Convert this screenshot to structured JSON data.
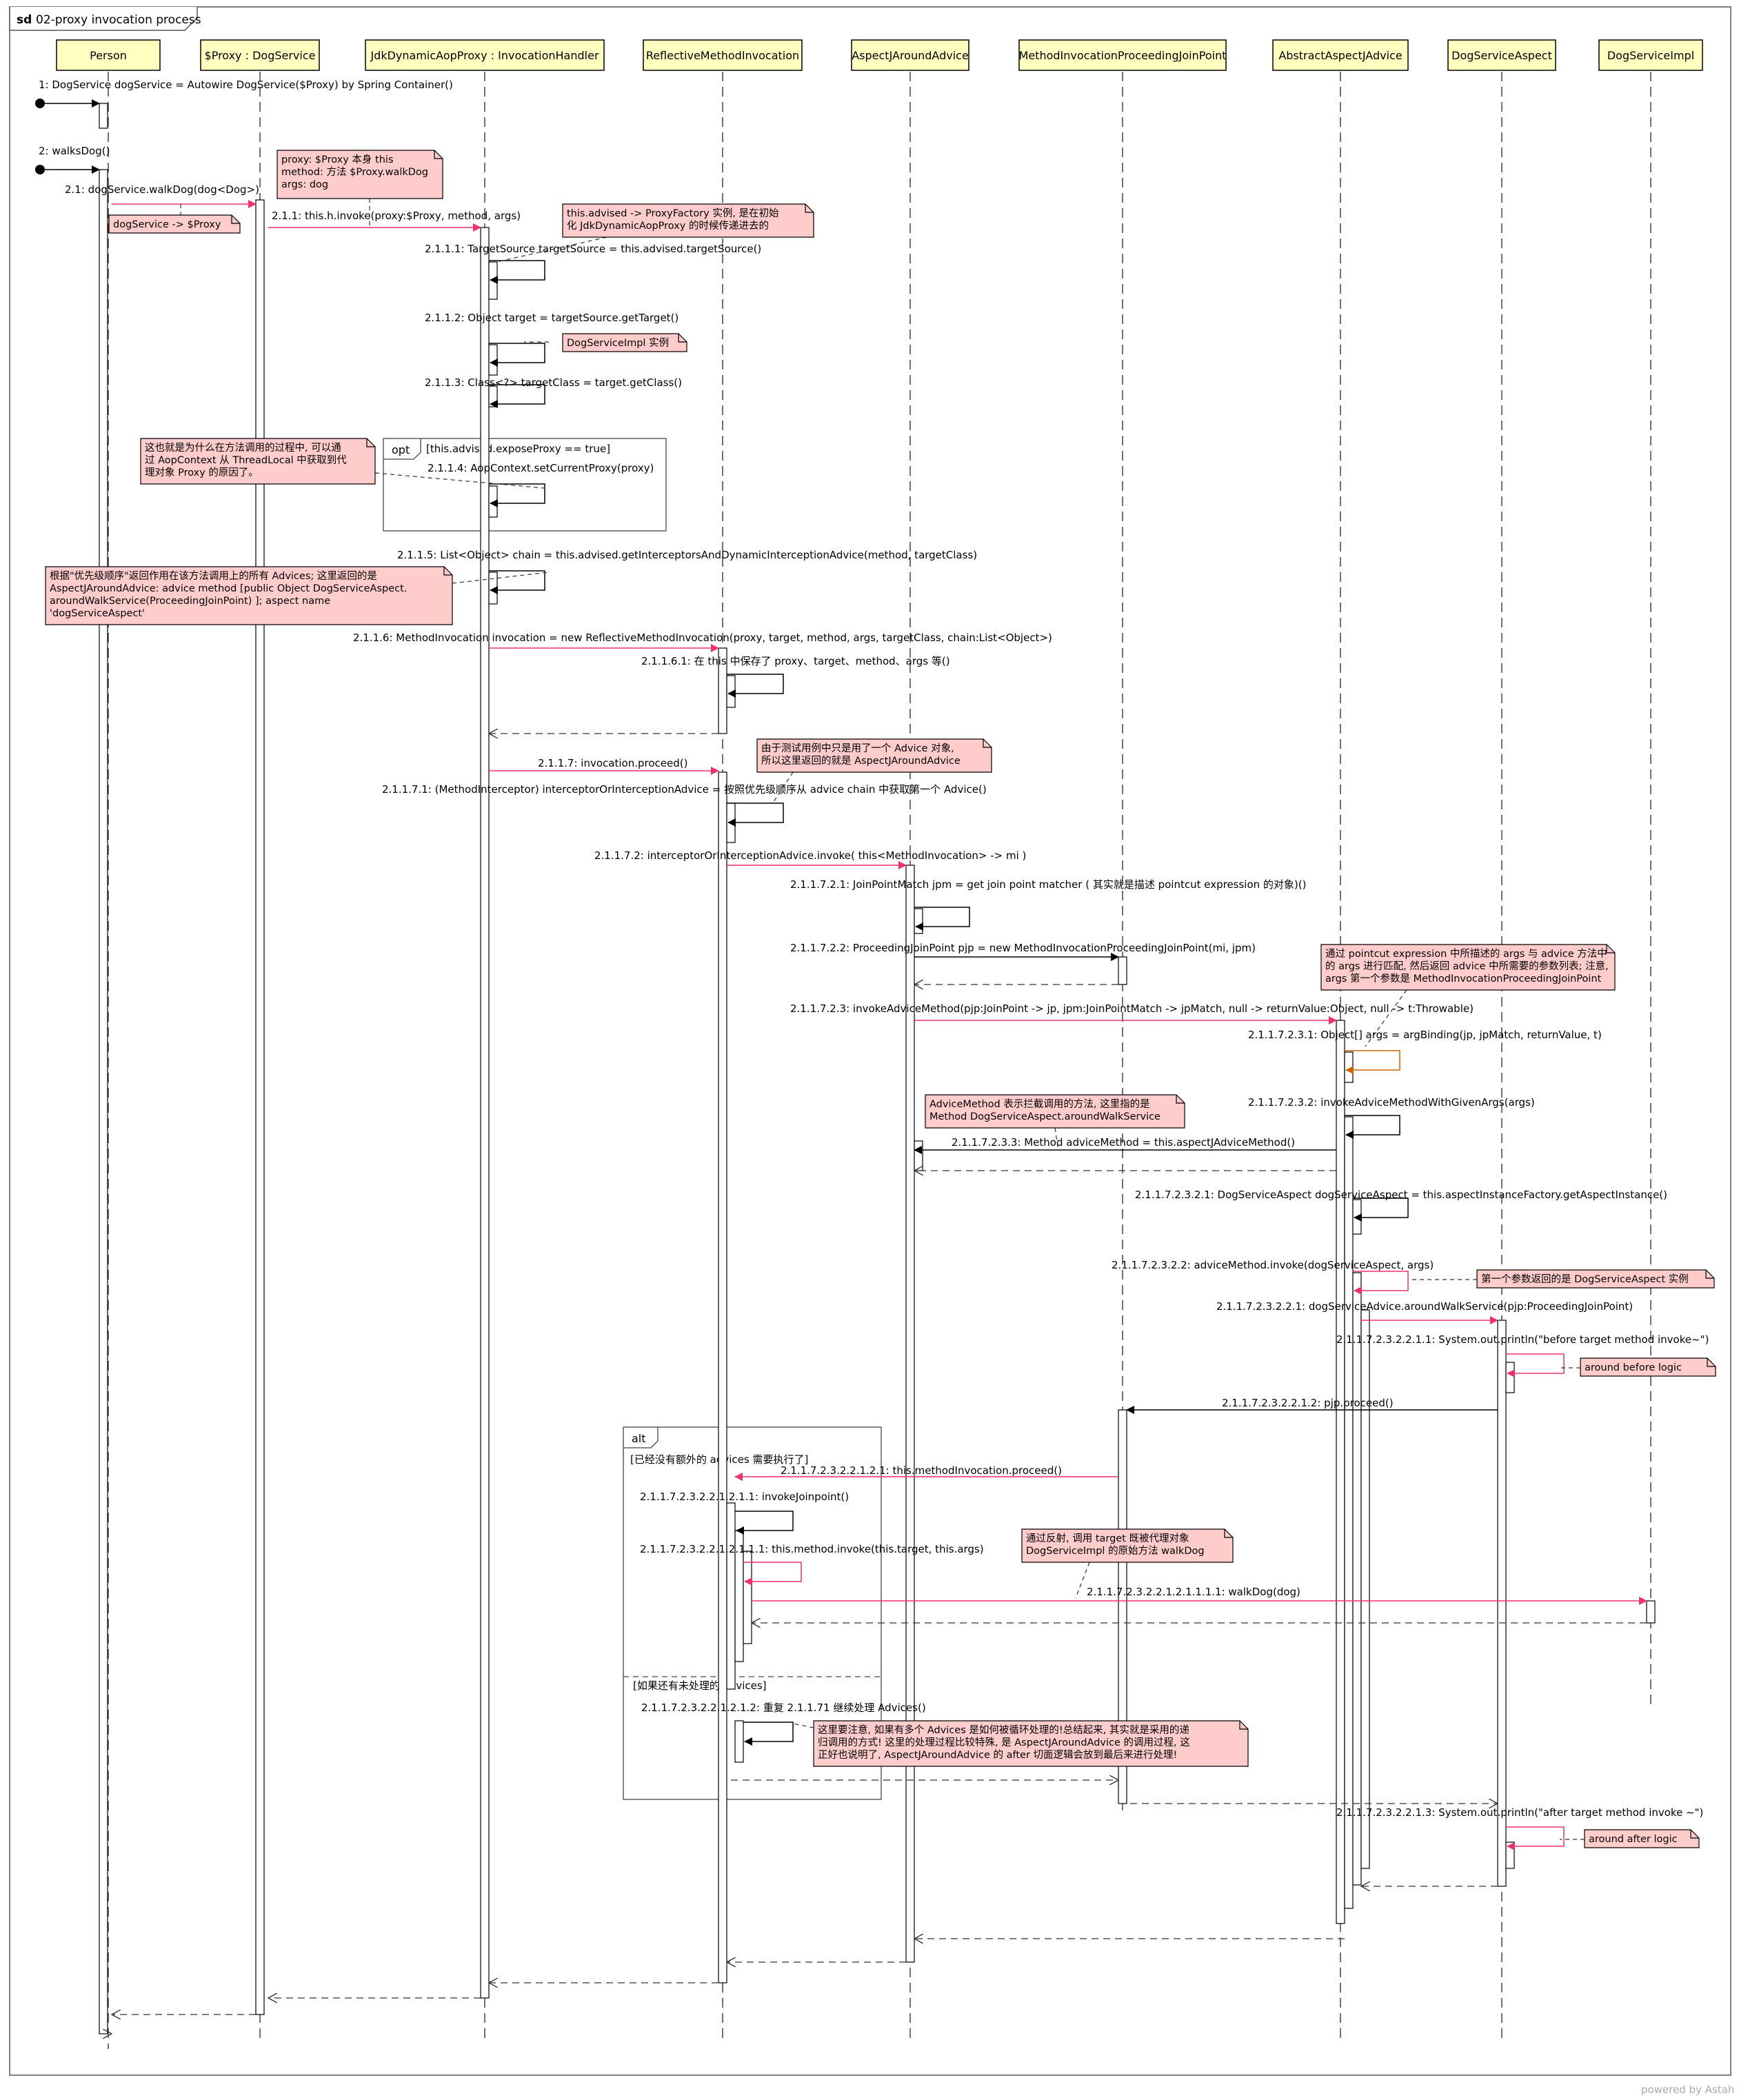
{
  "frame": {
    "keyword": "sd",
    "title": "02-proxy invocation process"
  },
  "watermark": "powered by Astah",
  "lifelines": [
    {
      "label": "Person"
    },
    {
      "label": "$Proxy : DogService"
    },
    {
      "label": "JdkDynamicAopProxy : InvocationHandler"
    },
    {
      "label": "ReflectiveMethodInvocation"
    },
    {
      "label": "AspectJAroundAdvice"
    },
    {
      "label": "MethodInvocationProceedingJoinPoint"
    },
    {
      "label": "AbstractAspectJAdvice"
    },
    {
      "label": "DogServiceAspect"
    },
    {
      "label": "DogServiceImpl"
    }
  ],
  "messages": [
    {
      "text": "1: DogService dogService = Autowire DogService($Proxy) by Spring Container()"
    },
    {
      "text": "2: walksDog()"
    },
    {
      "text": "2.1: dogService.walkDog(dog<Dog>)"
    },
    {
      "text": "2.1.1: this.h.invoke(proxy:$Proxy, method, args)"
    },
    {
      "text": "2.1.1.1: TargetSource targetSource = this.advised.targetSource()"
    },
    {
      "text": "2.1.1.2: Object target = targetSource.getTarget()"
    },
    {
      "text": "2.1.1.3: Class<?> targetClass = target.getClass()"
    },
    {
      "text": "2.1.1.4: AopContext.setCurrentProxy(proxy)"
    },
    {
      "text": "2.1.1.5: List<Object> chain = this.advised.getInterceptorsAndDynamicInterceptionAdvice(method, targetClass)"
    },
    {
      "text": "2.1.1.6: MethodInvocation invocation = new ReflectiveMethodInvocation(proxy, target, method, args, targetClass, chain:List<Object>)"
    },
    {
      "text": "2.1.1.6.1: 在 this 中保存了 proxy、target、method、args 等()"
    },
    {
      "text": "2.1.1.7: invocation.proceed()"
    },
    {
      "text": "2.1.1.7.1: (MethodInterceptor) interceptorOrInterceptionAdvice = 按照优先级顺序从 advice chain 中获取第一个 Advice()"
    },
    {
      "text": "2.1.1.7.2: interceptorOrInterceptionAdvice.invoke( this<MethodInvocation> -> mi )"
    },
    {
      "text": "2.1.1.7.2.1: JoinPointMatch jpm = get join point matcher ( 其实就是描述 pointcut expression 的对象)()"
    },
    {
      "text": "2.1.1.7.2.2: ProceedingJoinPoint pjp = new MethodInvocationProceedingJoinPoint(mi, jpm)"
    },
    {
      "text": "2.1.1.7.2.3: invokeAdviceMethod(pjp:JoinPoint -> jp, jpm:JoinPointMatch -> jpMatch, null -> returnValue:Object, null -> t:Throwable)"
    },
    {
      "text": "2.1.1.7.2.3.1: Object[] args = argBinding(jp, jpMatch, returnValue, t)"
    },
    {
      "text": "2.1.1.7.2.3.2: invokeAdviceMethodWithGivenArgs(args)"
    },
    {
      "text": "2.1.1.7.2.3.3: Method adviceMethod = this.aspectJAdviceMethod()"
    },
    {
      "text": "2.1.1.7.2.3.2.1: DogServiceAspect dogServiceAspect = this.aspectInstanceFactory.getAspectInstance()"
    },
    {
      "text": "2.1.1.7.2.3.2.2: adviceMethod.invoke(dogServiceAspect, args)"
    },
    {
      "text": "2.1.1.7.2.3.2.2.1: dogServiceAdvice.aroundWalkService(pjp:ProceedingJoinPoint)"
    },
    {
      "text": "2.1.1.7.2.3.2.2.1.1: System.out.println(\"before target method invoke~\")"
    },
    {
      "text": "2.1.1.7.2.3.2.2.1.2: pjp.proceed()"
    },
    {
      "text": "2.1.1.7.2.3.2.2.1.2.1: this.methodInvocation.proceed()"
    },
    {
      "text": "2.1.1.7.2.3.2.2.1.2.1.1: invokeJoinpoint()"
    },
    {
      "text": "2.1.1.7.2.3.2.2.1.2.1.1.1: this.method.invoke(this.target, this.args)"
    },
    {
      "text": "2.1.1.7.2.3.2.2.1.2.1.1.1.1: walkDog(dog)"
    },
    {
      "text": "2.1.1.7.2.3.2.2.1.2.1.2: 重复 2.1.1.71 继续处理 Advices()"
    },
    {
      "text": "2.1.1.7.2.3.2.2.1.3: System.out.println(\"after target method invoke ~\")"
    }
  ],
  "fragments": {
    "opt": {
      "operator": "opt",
      "guard": "[this.advised.exposeProxy == true]"
    },
    "alt": {
      "operator": "alt",
      "guard1": "[已经没有额外的 advices 需要执行了]",
      "guard2": "[如果还有未处理的 advices]"
    }
  },
  "notes": [
    {
      "lines": [
        "proxy: $Proxy 本身   this",
        "method: 方法 $Proxy.walkDog",
        "args: dog"
      ]
    },
    {
      "lines": [
        "dogService -> $Proxy"
      ]
    },
    {
      "lines": [
        "this.advised -> ProxyFactory 实例, 是在初始",
        "化 JdkDynamicAopProxy 的时候传递进去的"
      ]
    },
    {
      "lines": [
        "DogServiceImpl 实例"
      ]
    },
    {
      "lines": [
        "这也就是为什么在方法调用的过程中, 可以通",
        "过 AopContext 从 ThreadLocal 中获取到代",
        "理对象 Proxy 的原因了。"
      ]
    },
    {
      "lines": [
        "根据\"优先级顺序\"返回作用在该方法调用上的所有 Advices; 这里返回的是",
        "AspectJAroundAdvice: advice method [public Object DogServiceAspect.",
        "aroundWalkService(ProceedingJoinPoint) ]; aspect name",
        "'dogServiceAspect'"
      ]
    },
    {
      "lines": [
        "由于测试用例中只是用了一个 Advice 对象,",
        "所以这里返回的就是 AspectJAroundAdvice"
      ]
    },
    {
      "lines": [
        "通过 pointcut expression 中所描述的 args 与 advice 方法中",
        "的 args 进行匹配, 然后返回 advice 中所需要的参数列表; 注意,",
        "args 第一个参数是 MethodInvocationProceedingJoinPoint"
      ]
    },
    {
      "lines": [
        "AdviceMethod 表示拦截调用的方法, 这里指的是",
        "Method DogServiceAspect.aroundWalkService"
      ]
    },
    {
      "lines": [
        "第一个参数返回的是 DogServiceAspect 实例"
      ]
    },
    {
      "lines": [
        "around before logic"
      ]
    },
    {
      "lines": [
        "通过反射, 调用 target 既被代理对象",
        "DogServiceImpl 的原始方法 walkDog"
      ]
    },
    {
      "lines": [
        "这里要注意, 如果有多个 Advices 是如何被循环处理的!总结起来, 其实就是采用的递",
        "归调用的方式! 这里的处理过程比较特殊, 是 AspectJAroundAdvice 的调用过程, 这",
        "正好也说明了, AspectJAroundAdvice 的 after 切面逻辑会放到最后来进行处理!"
      ]
    },
    {
      "lines": [
        "around after logic"
      ]
    }
  ],
  "colors": {
    "head": "#ffffc0",
    "note": "#ffcccc",
    "accent": "#ee3366",
    "self_accent": "#cc6600",
    "line": "#000000"
  }
}
